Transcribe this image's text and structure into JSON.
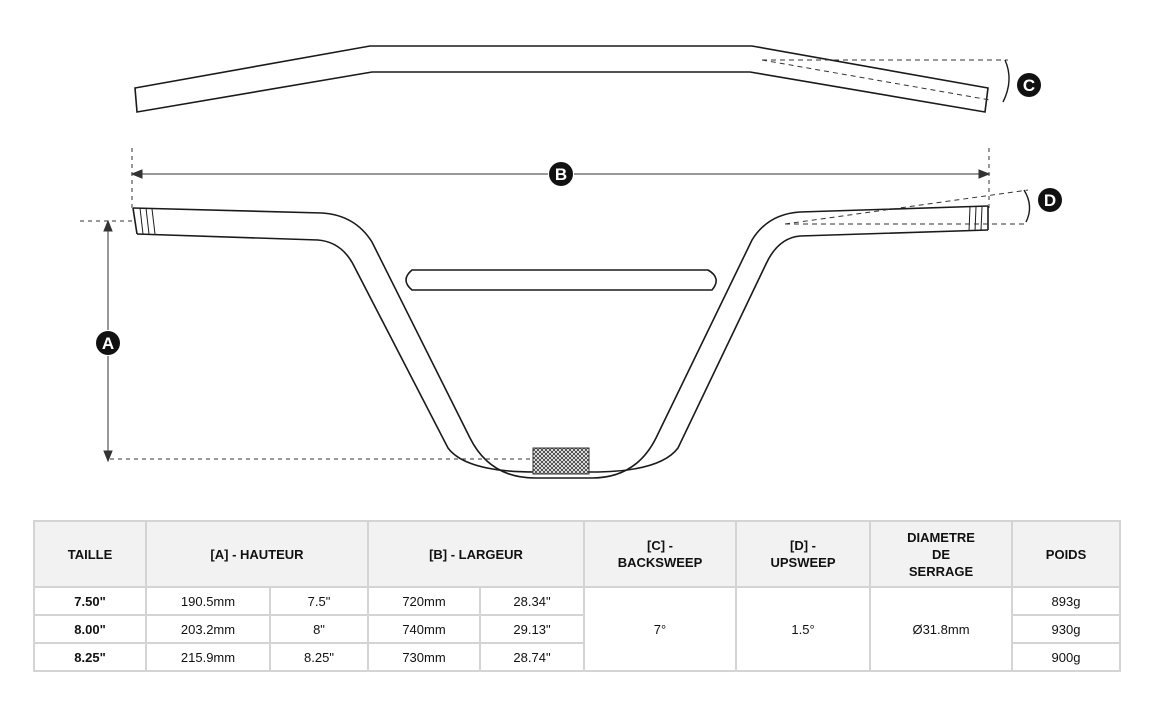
{
  "diagram": {
    "markers": {
      "a": "A",
      "b": "B",
      "c": "C",
      "d": "D"
    }
  },
  "table": {
    "headers": {
      "taille": "TAILLE",
      "hauteur": "[A] - HAUTEUR",
      "largeur": "[B] - LARGEUR",
      "backsweep_line1": "[C] -",
      "backsweep_line2": "BACKSWEEP",
      "upsweep_line1": "[D] -",
      "upsweep_line2": "UPSWEEP",
      "diametre_line1": "DIAMETRE",
      "diametre_line2": "DE",
      "diametre_line3": "SERRAGE",
      "poids": "POIDS"
    },
    "rows": [
      {
        "taille": "7.50\"",
        "hauteur_mm": "190.5mm",
        "hauteur_in": "7.5\"",
        "largeur_mm": "720mm",
        "largeur_in": "28.34\"",
        "poids": "893g"
      },
      {
        "taille": "8.00\"",
        "hauteur_mm": "203.2mm",
        "hauteur_in": "8\"",
        "largeur_mm": "740mm",
        "largeur_in": "29.13\"",
        "poids": "930g"
      },
      {
        "taille": "8.25\"",
        "hauteur_mm": "215.9mm",
        "hauteur_in": "8.25\"",
        "largeur_mm": "730mm",
        "largeur_in": "28.74\"",
        "poids": "900g"
      }
    ],
    "shared": {
      "backsweep": "7°",
      "upsweep": "1.5°",
      "diametre": "Ø31.8mm"
    }
  }
}
